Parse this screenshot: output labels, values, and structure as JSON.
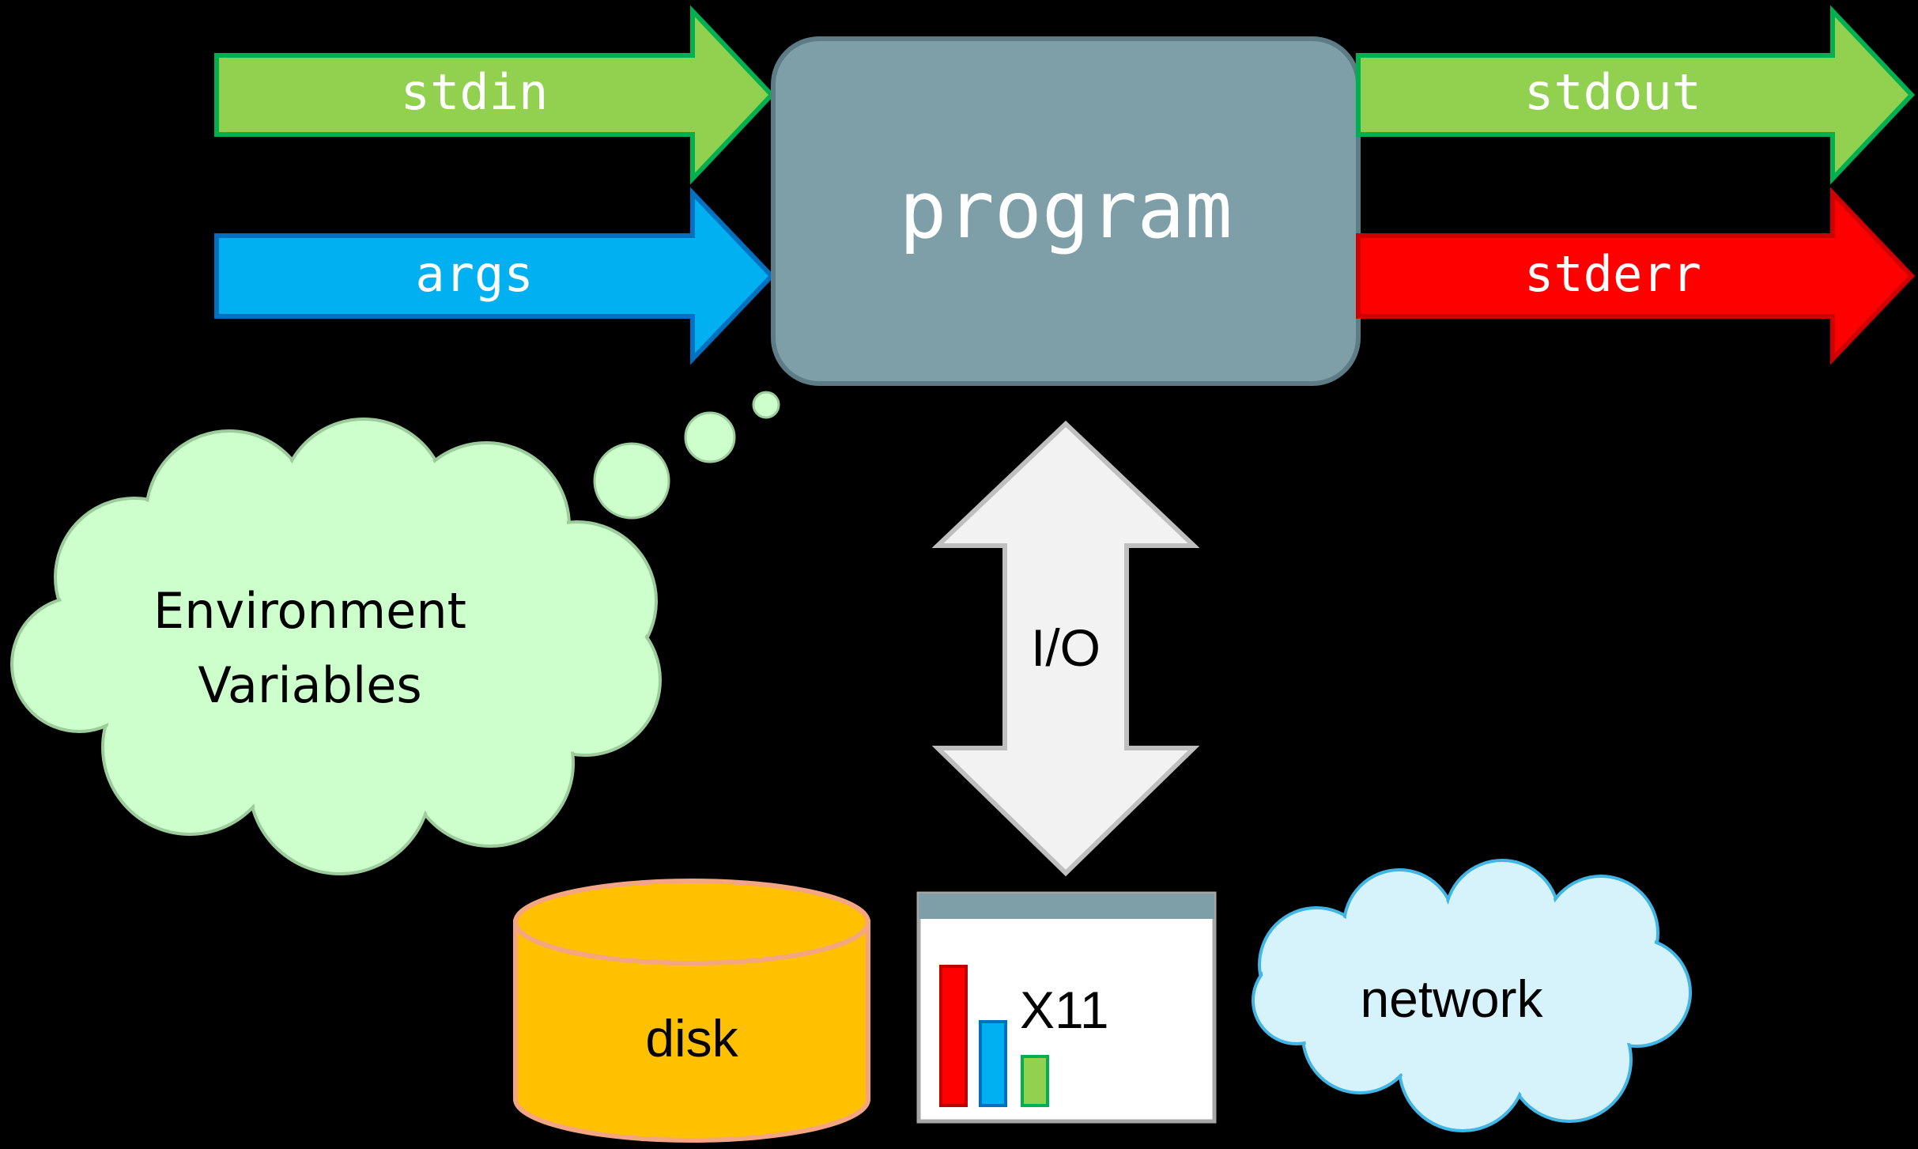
{
  "program": {
    "label": "program"
  },
  "inputs": {
    "stdin": "stdin",
    "args": "args"
  },
  "outputs": {
    "stdout": "stdout",
    "stderr": "stderr"
  },
  "environment": {
    "line1": "Environment",
    "line2": "Variables"
  },
  "io": {
    "label": "I/O"
  },
  "devices": {
    "disk": "disk",
    "x11": "X11",
    "network": "network"
  },
  "colors": {
    "background": "#000000",
    "green": "#92D050",
    "green_border": "#00B050",
    "blue": "#00B0F0",
    "blue_border": "#0070C0",
    "red": "#FF0000",
    "program": "#7F9FA8",
    "cloud_env": "#CCFFCC",
    "cloud_net": "#D6F2FB",
    "disk": "#FFC000",
    "disk_border": "#F4A582",
    "io_arrow": "#F2F2F2",
    "window_bar": "#7F9FA8"
  }
}
